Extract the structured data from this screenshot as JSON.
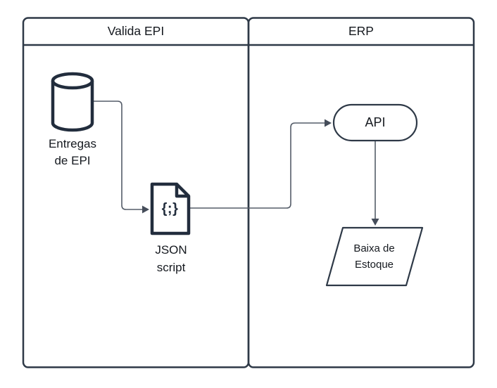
{
  "colors": {
    "shape_stroke": "#222d3d",
    "lane_stroke": "#2e3947",
    "connector": "#555d69",
    "arrowhead": "#454d5a",
    "text": "#15191f",
    "background": "#ffffff"
  },
  "lanes": [
    {
      "label": "Valida EPI"
    },
    {
      "label": "ERP"
    }
  ],
  "nodes": {
    "database": {
      "type": "database-cylinder",
      "label": "Entregas\nde EPI",
      "lane": "Valida EPI"
    },
    "json_file": {
      "type": "document",
      "glyph": "{;}",
      "label": "JSON\nscript",
      "lane": "Valida EPI"
    },
    "api": {
      "type": "terminator",
      "label": "API",
      "lane": "ERP"
    },
    "stock": {
      "type": "data-parallelogram",
      "label": "Baixa de\nEstoque",
      "lane": "ERP"
    }
  },
  "connectors": [
    {
      "from": "database",
      "to": "json_file"
    },
    {
      "from": "json_file",
      "to": "api"
    },
    {
      "from": "api",
      "to": "stock"
    }
  ]
}
